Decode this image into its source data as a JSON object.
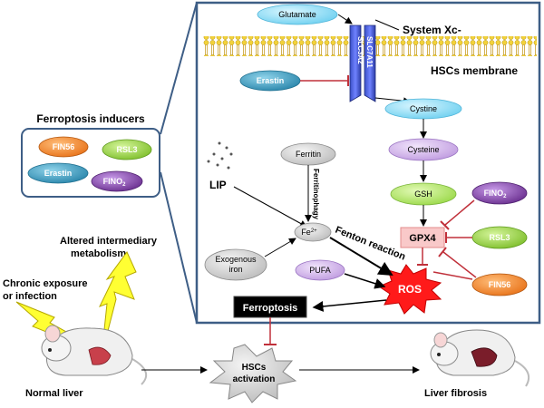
{
  "labels": {
    "glutamate": "Glutamate",
    "system_xc": "System Xc-",
    "slc3a2": "SLC3A2",
    "slc7a11": "SLC7A11",
    "hscs_membrane": "HSCs  membrane",
    "erastin": "Erastin",
    "cystine": "Cystine",
    "cysteine": "Cysteine",
    "gsh": "GSH",
    "gpx4": "GPX4",
    "fino2": "FINO",
    "fino2_sub": "2",
    "rsl3": "RSL3",
    "fin56": "FIN56",
    "ferritin": "Ferritin",
    "ferritinophagy": "Ferritinophagy",
    "lip": "LIP",
    "fe": "Fe",
    "fe_sup": "2+",
    "fenton": "Fenton reaction",
    "exogenous": "Exogenous",
    "iron": "iron",
    "pufa": "PUFA",
    "ros": "ROS",
    "ferroptosis": "Ferroptosis",
    "inducers_title": "Ferroptosis inducers",
    "altered1": "Altered intermediary",
    "altered2": "metabolism",
    "chronic1": "Chronic exposure",
    "chronic2": "or infection",
    "normal_liver": "Normal  liver",
    "hscs": "HSCs",
    "activation": "activation",
    "liver_fibrosis": "Liver fibrosis"
  },
  "colors": {
    "orange": "#f07f1e",
    "green": "#8fce3a",
    "teal": "#2f95b8",
    "purple": "#7b3f9e",
    "cyan": "#7fd8f5",
    "lavender": "#c9a6e3",
    "lightgreen": "#a9e25d",
    "gray": "#cfcfcf",
    "inhibit": "#c0303a",
    "panel_border": "#3e5e86"
  }
}
